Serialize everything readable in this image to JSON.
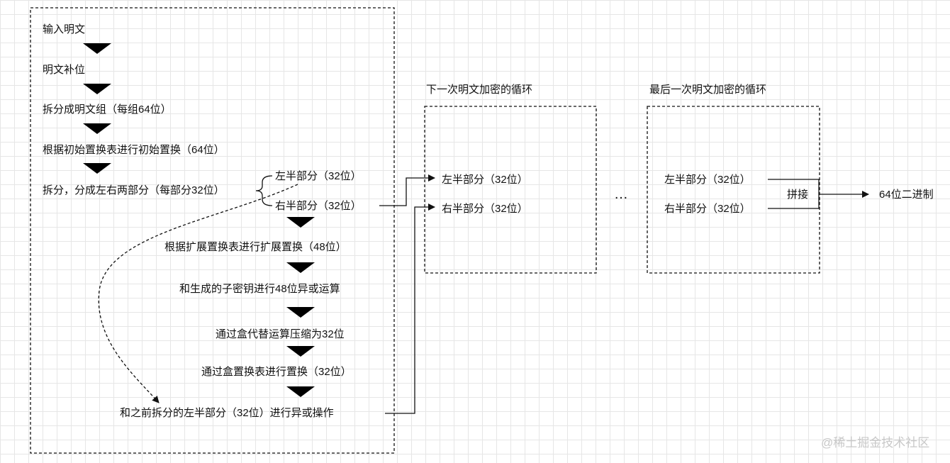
{
  "main_flow": {
    "step1": "输入明文",
    "step2": "明文补位",
    "step3": "拆分成明文组（每组64位）",
    "step4": "根据初始置换表进行初始置换（64位）",
    "step5": "拆分，分成左右两部分（每部分32位）",
    "left_half": "左半部分（32位）",
    "right_half": "右半部分（32位）",
    "round_step1": "根据扩展置换表进行扩展置换（48位）",
    "round_step2": "和生成的子密钥进行48位异或运算",
    "round_step3": "通过盒代替运算压缩为32位",
    "round_step4": "通过盒置换表进行置换（32位）",
    "round_step5": "和之前拆分的左半部分（32位）进行异或操作"
  },
  "next_round": {
    "title": "下一次明文加密的循环",
    "left_half": "左半部分（32位）",
    "right_half": "右半部分（32位）"
  },
  "ellipsis": "…",
  "last_round": {
    "title": "最后一次明文加密的循环",
    "left_half": "左半部分（32位）",
    "right_half": "右半部分（32位）",
    "join_label": "拼接"
  },
  "output": "64位二进制",
  "watermark": "@稀土掘金技术社区"
}
